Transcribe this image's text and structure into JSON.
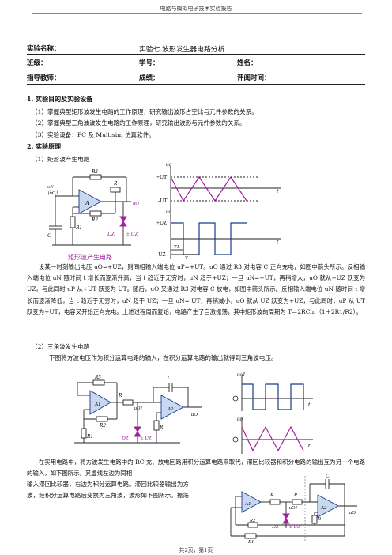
{
  "header": "电路与模拟电子技术实验报告",
  "info": {
    "experiment_name_label": "实验名称：",
    "experiment_name": "实验七    波形发生器电路分析",
    "class_label": "班级：",
    "student_id_label": "学号：",
    "name_label": "姓名：",
    "advisor_label": "指导教师：",
    "score_label": "成绩：",
    "review_time_label": "评阅时间："
  },
  "section1": {
    "title": "1. 实验目的及实验设备",
    "items": [
      "（1）掌握典型矩形波发生电路的工作原理，研究输出波形占空比与元件参数的关系。",
      "（2）掌握典型三角波波发生电路的工作原理，研究输出波形与元件参数的关系。",
      "（3）实验设备：PC 及 Multisim 仿真软件。"
    ]
  },
  "section2": {
    "title": "2. 实验原理",
    "sub1": "（1）矩形波产生电路",
    "caption1": "矩形波产生电路",
    "para1": "设某一时刻输出电压 uO=+UZ，则同相输入端电位 uP=+UT。uO 通过 R3 对电容 C 正向充电，如图中箭头所示。反相输入端电位 uN 随时间 t 增长而逐渐升高，当 t 趋近于无穷时，uN 趋于+UZ；一旦 uN=+UT，再稍增大，uO 就从+UZ 跃变为 UZ，与此同时 uP 从+UT 跃变为 UT。随后，uO 又通过 R3 对电容 C 放电，如图中箭头所示。反相输入端电位 uN 随时间 t 增长而逐渐降低，当 t 趋近于无穷时，uN 趋于 UZ；一旦 uN= UT，再稍减小，uO 就从 UZ 跃变为+UZ，与此同时，uP 从 UT 跃变为+UT，电容又开始正向充电。上述过程周而复始，电路产生了自激振荡，其中矩形波的周期为 T＝2RCln（1＋2R1/R2）。",
    "sub2": "（2）三角波发生电路",
    "para2": "下图将方波电压作为积分运算电路的输入，在积分运算电路的输出就得到三角波电压。",
    "para3a": "在实用电路中，将方波发生电路中的 RC 充、放电回路用积分运算电路来取代，滞回比较器和积分电路的输出互为另一个电路的输入，如下图所示。其虚线左边为同相",
    "para3b_lines": [
      "输入滞回比较器，右边为积分运算电路。滞回比较器输出为方",
      "波，经积分运算电路后变换为三角波，波形如下图所示。振荡"
    ]
  },
  "labels": {
    "R3": "R3",
    "R": "R",
    "R1": "R1",
    "R2": "R2",
    "C": "C",
    "A": "A",
    "A1": "A1",
    "A2": "A2",
    "uN": "uN",
    "uC": "（uC）",
    "uO": "uO",
    "uO1": "uO1",
    "DZ": "DZ",
    "UZ": "± UZ",
    "uc_axis": "uc",
    "plusUT": "+UT",
    "minusUT": "-UT",
    "uo_axis": "uo",
    "plusUZ": "+UZ",
    "minusUZ": "-UZ",
    "t": "t",
    "T1": "T1",
    "T": "T",
    "O": "O",
    "uo1_axis": "uo1",
    "uo_axis2": "uo"
  },
  "footer": "共2页，第1页"
}
